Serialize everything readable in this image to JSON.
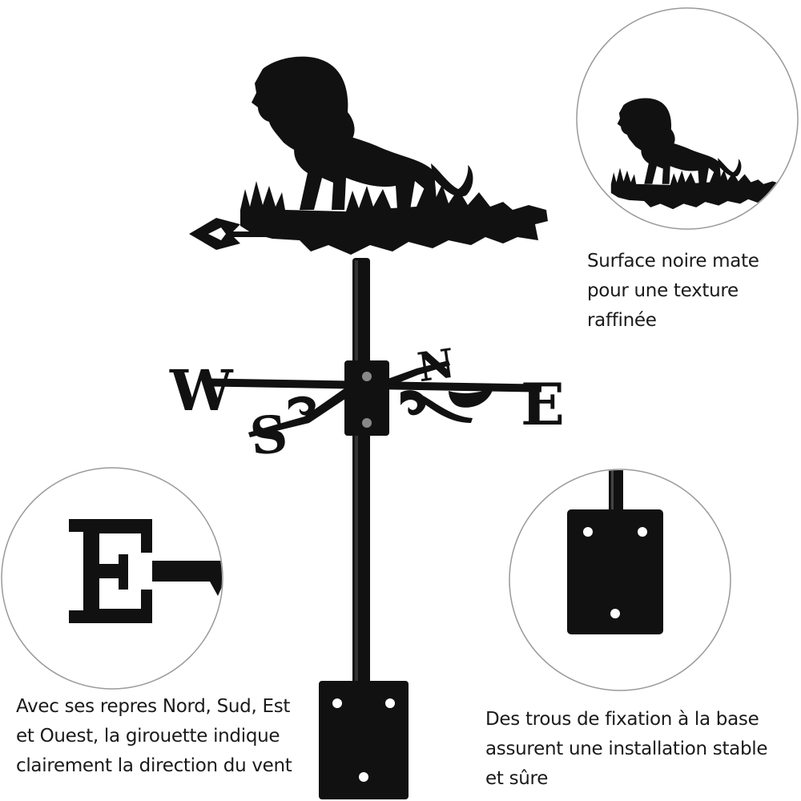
{
  "compass_letters": {
    "west": "W",
    "east": "E",
    "north": "N",
    "south": "S"
  },
  "colors": {
    "metal": "#111111",
    "background": "#ffffff",
    "circle_outline": "#9a9a9a",
    "text": "#1a1a1a"
  },
  "captions": {
    "matte_finish": [
      "Surface noire mate",
      "pour une texture",
      "raffinée"
    ],
    "directions": [
      "Avec ses repres Nord, Sud, Est",
      "et Ouest, la girouette indique",
      "clairement la direction du vent"
    ],
    "mounting": [
      "Des trous de fixation à la base",
      "assurent une installation stable",
      "et sûre"
    ]
  }
}
